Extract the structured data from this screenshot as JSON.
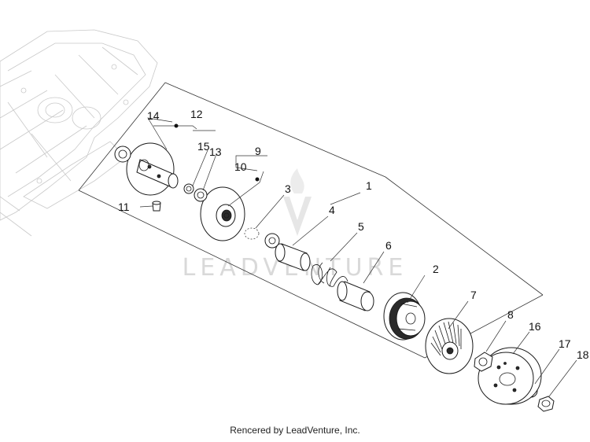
{
  "diagram": {
    "callouts": [
      {
        "id": "c1",
        "label": "1"
      },
      {
        "id": "c2",
        "label": "2"
      },
      {
        "id": "c3",
        "label": "3"
      },
      {
        "id": "c4",
        "label": "4"
      },
      {
        "id": "c5",
        "label": "5"
      },
      {
        "id": "c6",
        "label": "6"
      },
      {
        "id": "c7",
        "label": "7"
      },
      {
        "id": "c8",
        "label": "8"
      },
      {
        "id": "c9",
        "label": "9"
      },
      {
        "id": "c10",
        "label": "10"
      },
      {
        "id": "c11",
        "label": "11"
      },
      {
        "id": "c12",
        "label": "12"
      },
      {
        "id": "c13",
        "label": "13"
      },
      {
        "id": "c14",
        "label": "14"
      },
      {
        "id": "c15",
        "label": "15"
      },
      {
        "id": "c16",
        "label": "16"
      },
      {
        "id": "c17",
        "label": "17"
      },
      {
        "id": "c18",
        "label": "18"
      }
    ],
    "watermark": "LEADVENTURE"
  },
  "footer": {
    "credit": "Rencered by LeadVenture, Inc."
  }
}
